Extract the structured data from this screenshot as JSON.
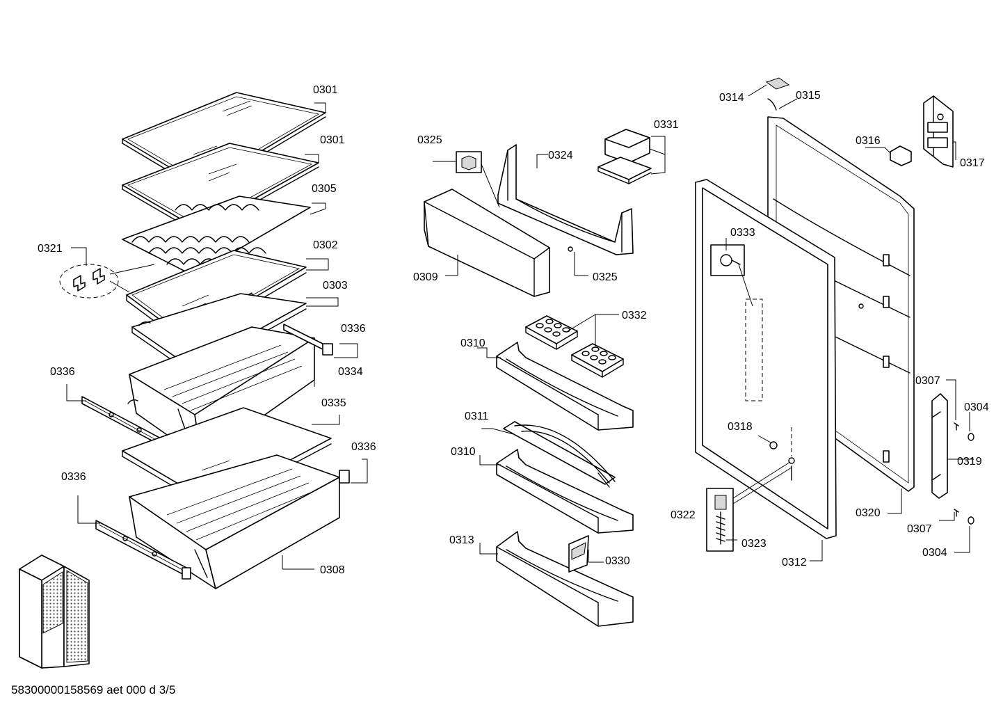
{
  "footer": "58300000158569 aet 000 d 3/5",
  "labels": {
    "p0301a": "0301",
    "p0301b": "0301",
    "p0305": "0305",
    "p0321": "0321",
    "p0302": "0302",
    "p0303": "0303",
    "p0336a": "0336",
    "p0336b": "0336",
    "p0334": "0334",
    "p0335": "0335",
    "p0336c": "0336",
    "p0336d": "0336",
    "p0308": "0308",
    "p0325a": "0325",
    "p0324": "0324",
    "p0331": "0331",
    "p0309": "0309",
    "p0325b": "0325",
    "p0332": "0332",
    "p0310a": "0310",
    "p0311": "0311",
    "p0310b": "0310",
    "p0313": "0313",
    "p0330": "0330",
    "p0314": "0314",
    "p0315": "0315",
    "p0316": "0316",
    "p0317": "0317",
    "p0333": "0333",
    "p0307a": "0307",
    "p0304a": "0304",
    "p0318": "0318",
    "p0319": "0319",
    "p0322": "0322",
    "p0320": "0320",
    "p0307b": "0307",
    "p0323": "0323",
    "p0312": "0312",
    "p0304b": "0304"
  }
}
